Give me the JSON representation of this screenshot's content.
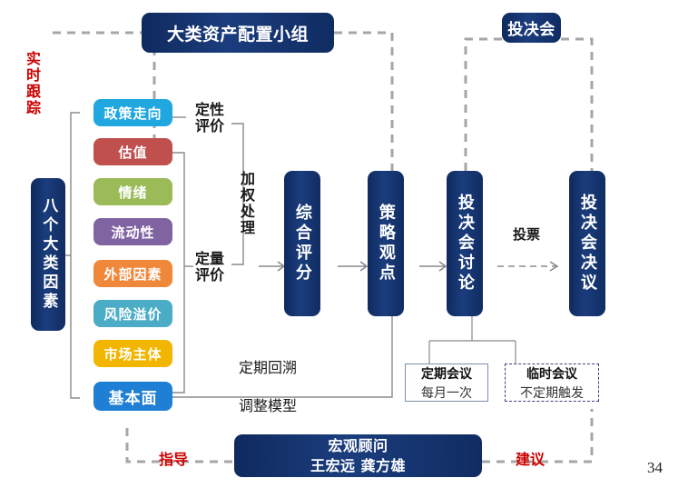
{
  "slide": {
    "page_number": "34",
    "colors": {
      "navy": "#14316b",
      "red_label": "#cc0000",
      "connector_gray": "#a6a6a6",
      "thin_gray": "#8a8a8a"
    }
  },
  "top": {
    "allocation_group": "大类资产配置小组",
    "investment_committee": "投决会"
  },
  "left": {
    "realtime_tracking": "实时跟踪",
    "eight_factors_title": "八个大类因素"
  },
  "factors": [
    {
      "label": "政策走向",
      "color": "#20A7E0"
    },
    {
      "label": "估值",
      "color": "#C0504D"
    },
    {
      "label": "情绪",
      "color": "#9BBB59"
    },
    {
      "label": "流动性",
      "color": "#8064A2"
    },
    {
      "label": "外部因素",
      "color": "#F0883B"
    },
    {
      "label": "风险溢价",
      "color": "#4BACC6"
    },
    {
      "label": "市场主体",
      "color": "#F2B500"
    },
    {
      "label": "基本面",
      "color": "#1F7FD4"
    }
  ],
  "evaluation": {
    "qualitative": "定性\n评价",
    "quantitative": "定量\n评价",
    "weighting": "加权处理"
  },
  "pipeline": [
    {
      "label": "综合评分",
      "name": "composite-score"
    },
    {
      "label": "策略观点",
      "name": "strategy-view"
    },
    {
      "label": "投决会讨论",
      "name": "committee-discussion"
    },
    {
      "label": "投决会决议",
      "name": "committee-resolution"
    }
  ],
  "flow_labels": {
    "vote": "投票",
    "periodic_review": "定期回溯",
    "adjust_model": "调整模型"
  },
  "meetings": [
    {
      "title": "定期会议",
      "subtitle": "每月一次",
      "style": "solid"
    },
    {
      "title": "临时会议",
      "subtitle": "不定期触发",
      "style": "dashed"
    }
  ],
  "advisor": {
    "guidance": "指导",
    "suggestion": "建议",
    "title": "宏观顾问",
    "names": "王宏远 龚方雄"
  }
}
